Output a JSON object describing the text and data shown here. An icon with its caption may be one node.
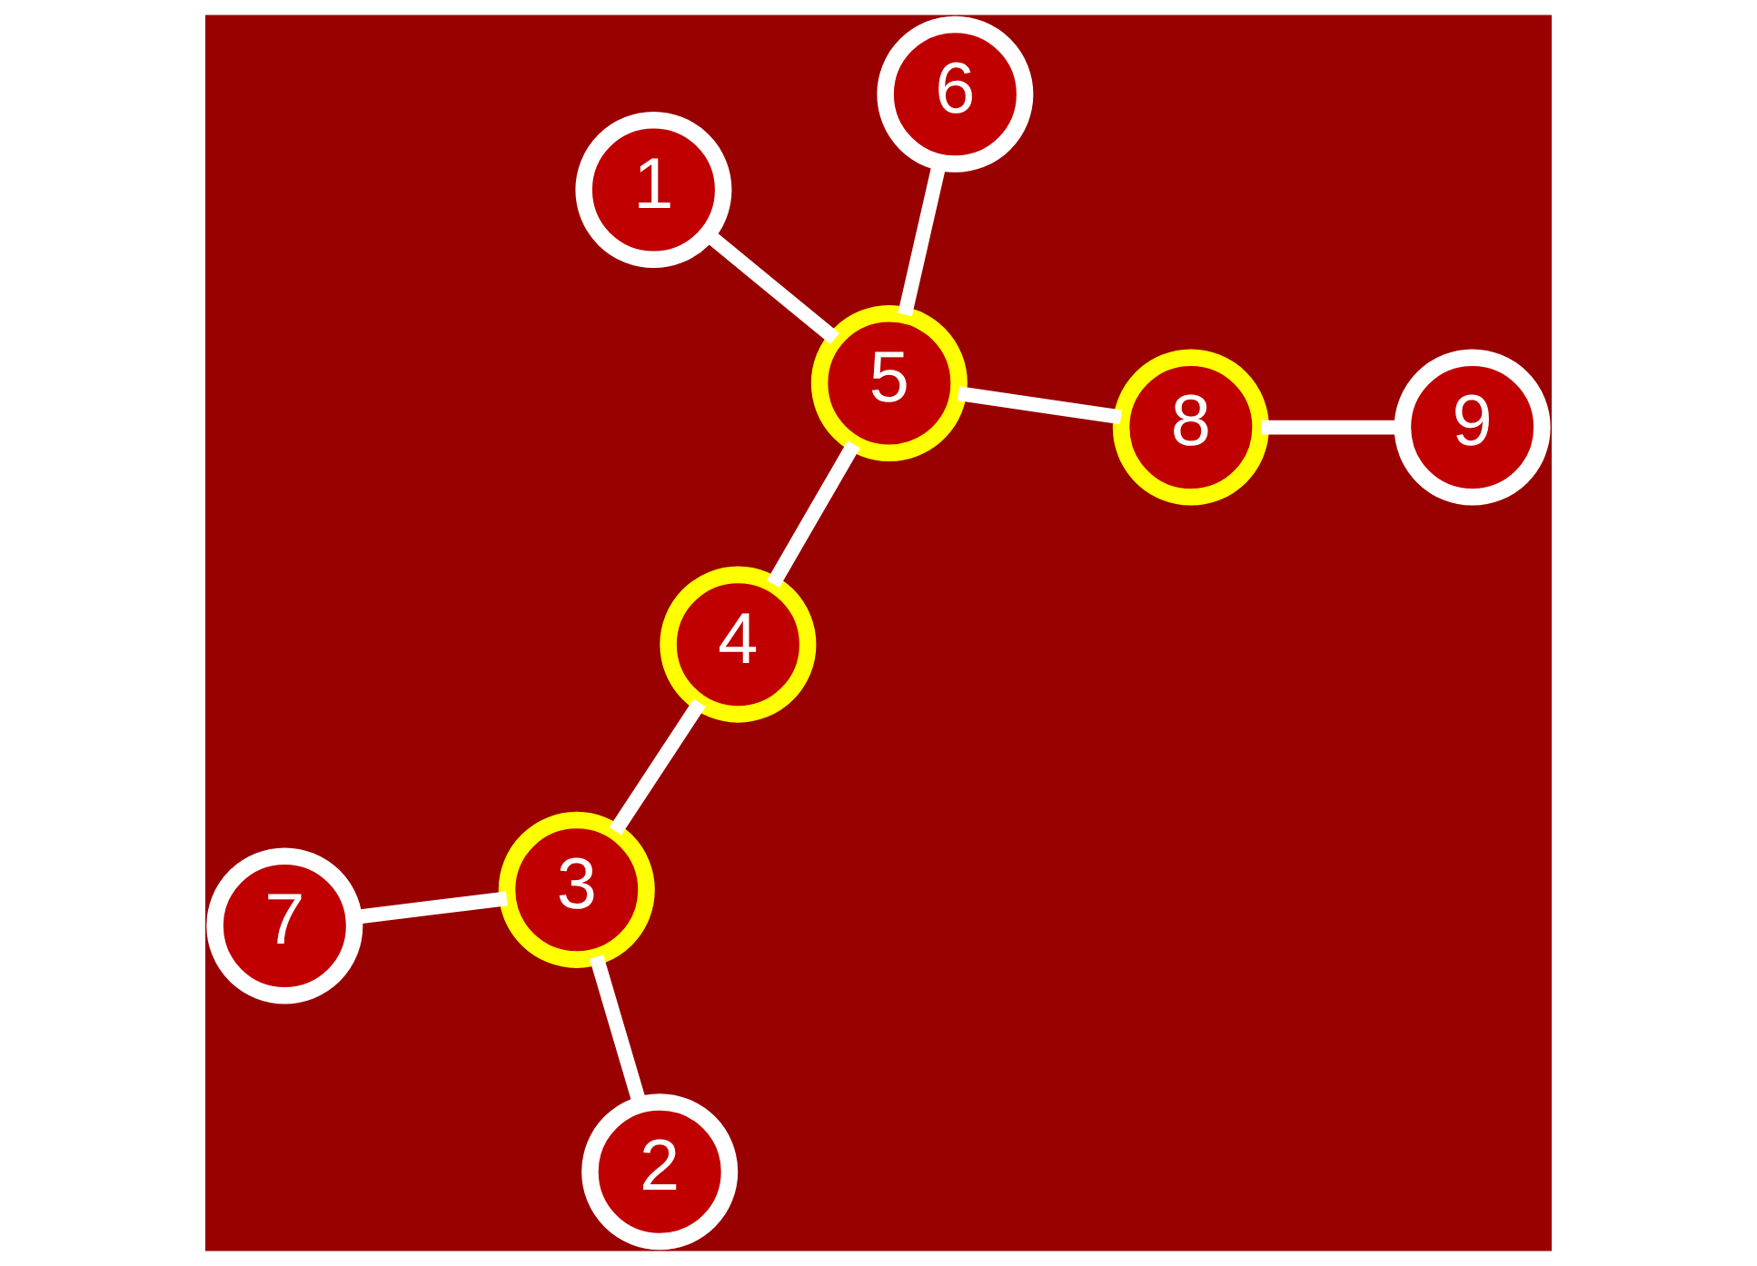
{
  "diagram": {
    "nodes": [
      {
        "text": [
          "1"
        ]
      },
      {
        "text": [
          "2"
        ]
      },
      {
        "text": [
          "3"
        ]
      },
      {
        "text": [
          "4"
        ]
      },
      {
        "text": [
          "5"
        ]
      },
      {
        "text": [
          "6"
        ]
      },
      {
        "text": [
          "7"
        ]
      },
      {
        "text": [
          "8"
        ]
      },
      {
        "text": [
          "9"
        ]
      }
    ],
    "edges": [
      {
        "from": 0,
        "to": 4,
        "arrow": "none"
      },
      {
        "from": 1,
        "to": 2,
        "arrow": "none"
      },
      {
        "from": 2,
        "to": 3,
        "arrow": "none"
      },
      {
        "from": 3,
        "to": 4,
        "arrow": "none"
      },
      {
        "from": 4,
        "to": 5,
        "arrow": "none"
      },
      {
        "from": 2,
        "to": 6,
        "arrow": "none"
      },
      {
        "from": 4,
        "to": 7,
        "arrow": "none"
      },
      {
        "from": 7,
        "to": 8,
        "arrow": "none"
      }
    ]
  }
}
